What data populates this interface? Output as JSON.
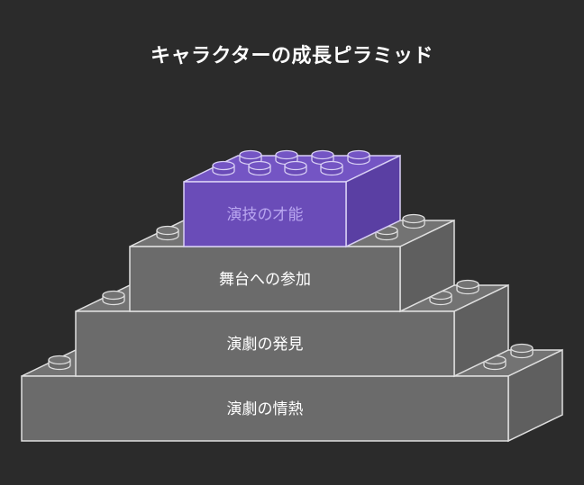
{
  "title": "キャラクターの成長ピラミッド",
  "layers": [
    {
      "label": "演技の才能"
    },
    {
      "label": "舞台への参加"
    },
    {
      "label": "演劇の発見"
    },
    {
      "label": "演劇の情熱"
    }
  ],
  "colors": {
    "background": "#2b2b2b",
    "brick_gray_front": "#6b6b6b",
    "brick_gray_side": "#5f5f5f",
    "brick_gray_top": "#737373",
    "brick_stroke": "#e0e0e0",
    "brick_purple_front": "#6a4cb8",
    "brick_purple_side": "#5a3fa3",
    "brick_purple_top": "#7455c4",
    "purple_label": "#b9a6f0",
    "gray_label": "#ffffff"
  }
}
